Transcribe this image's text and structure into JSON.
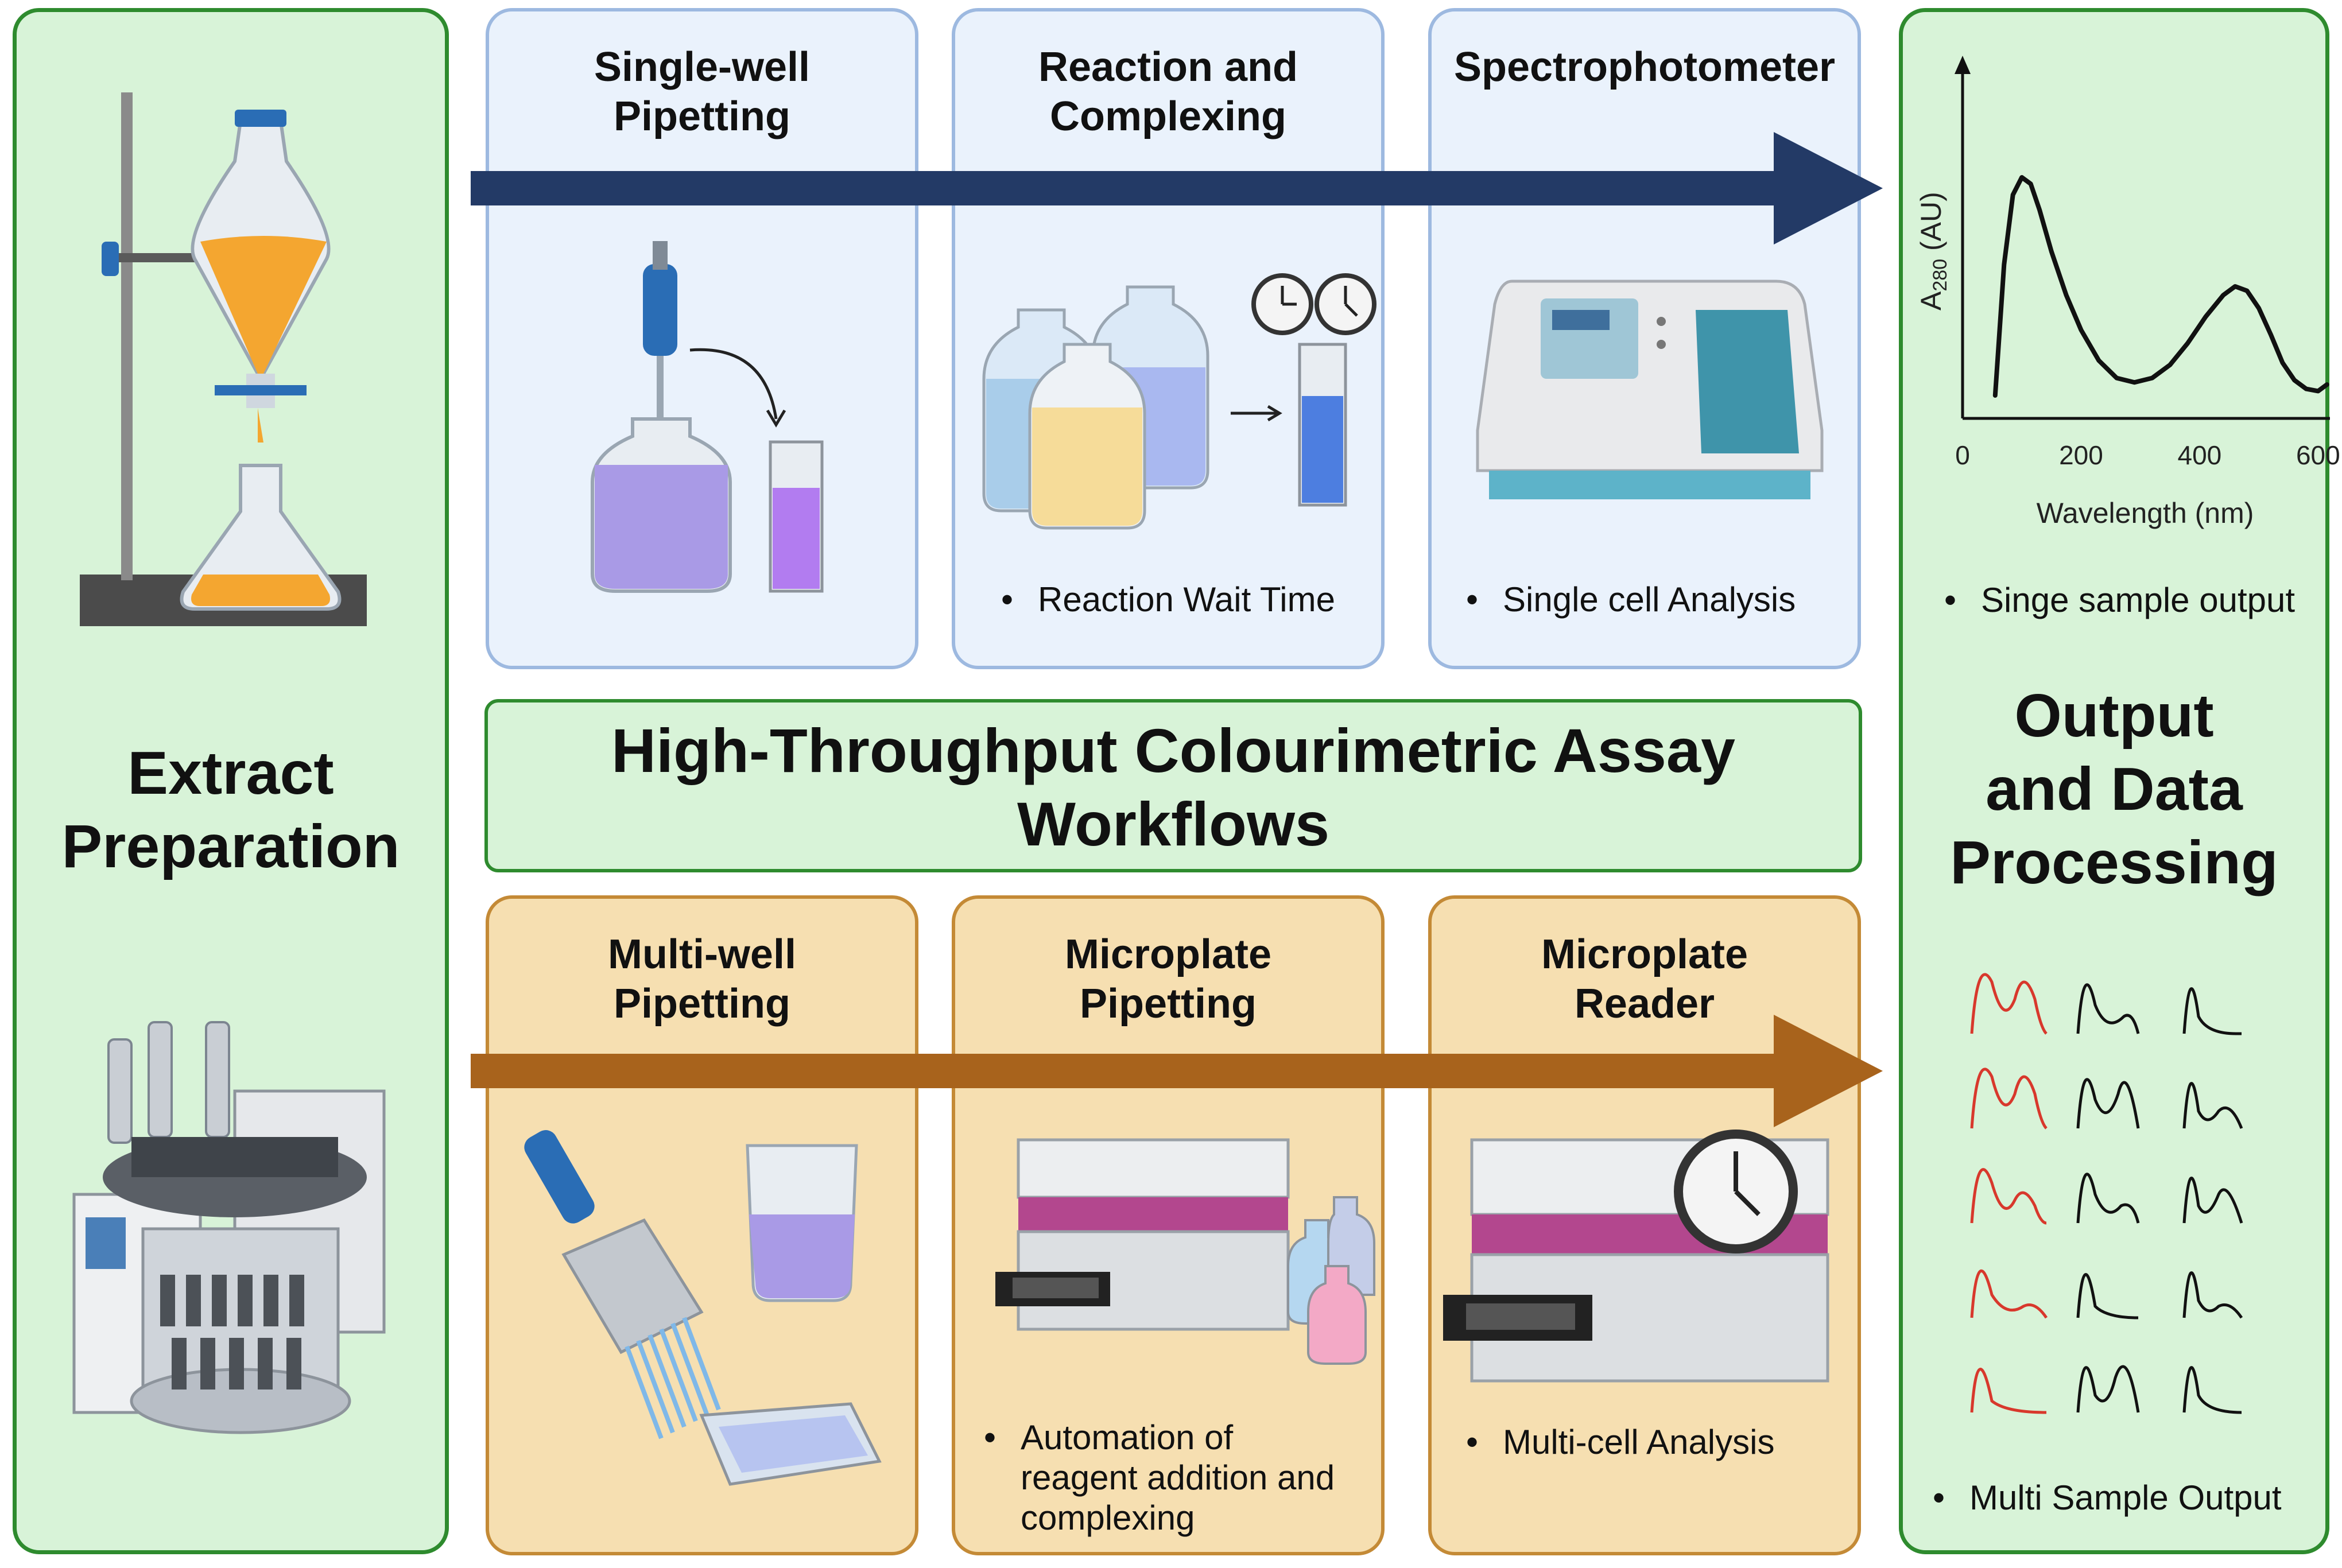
{
  "center_title": "High-Throughput Colourimetric Assay\nWorkflows",
  "left_panel": {
    "title": "Extract\nPreparation"
  },
  "right_panel": {
    "title": "Output\nand Data\nProcessing",
    "single_bullet": "Singe sample output",
    "multi_bullet": "Multi Sample Output"
  },
  "top_row": [
    {
      "title": "Single-well\nPipetting",
      "bullet": ""
    },
    {
      "title": "Reaction and\nComplexing",
      "bullet": "Reaction Wait Time"
    },
    {
      "title": "Spectrophotometer",
      "bullet": "Single cell Analysis"
    }
  ],
  "bottom_row": [
    {
      "title": "Multi-well\nPipetting",
      "bullet": ""
    },
    {
      "title": "Microplate\nPipetting",
      "bullet": "Automation of\nreagent addition and\ncomplexing"
    },
    {
      "title": "Microplate\nReader",
      "bullet": "Multi-cell Analysis"
    }
  ],
  "colors": {
    "top_arrow": "#233a66",
    "bottom_arrow": "#a8631c",
    "panel_green": "#d8f3d8",
    "panel_blue": "#eaf2fc",
    "panel_tan": "#f6dfb1",
    "curve_red": "#d8382c"
  },
  "chart_data": {
    "type": "line",
    "xlabel": "Wavelength (nm)",
    "ylabel_main": "A",
    "ylabel_sub": "280",
    "ylabel_unit": " (AU)",
    "x_ticks": [
      "0",
      "200",
      "400",
      "600"
    ],
    "xlim": [
      0,
      620
    ],
    "x": [
      55,
      70,
      85,
      100,
      115,
      130,
      150,
      175,
      200,
      230,
      260,
      290,
      320,
      350,
      380,
      410,
      440,
      460,
      480,
      500,
      520,
      540,
      560,
      580,
      600,
      615
    ],
    "y": [
      0.0,
      0.6,
      0.92,
      1.0,
      0.97,
      0.85,
      0.66,
      0.46,
      0.3,
      0.16,
      0.08,
      0.06,
      0.08,
      0.14,
      0.24,
      0.36,
      0.46,
      0.5,
      0.48,
      0.4,
      0.28,
      0.15,
      0.07,
      0.03,
      0.02,
      0.05
    ]
  }
}
